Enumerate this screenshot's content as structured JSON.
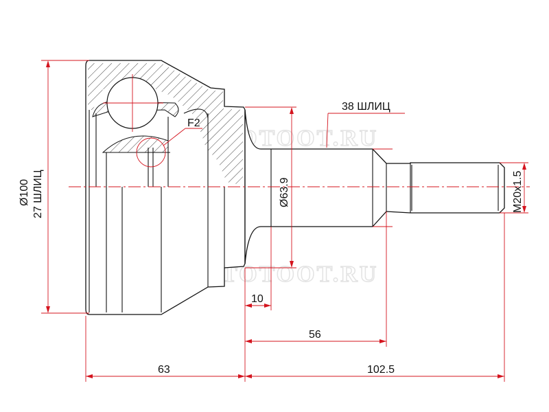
{
  "drawing": {
    "watermark": "AUTOTOOT.RU",
    "labels": {
      "outer_diameter": "Ø100",
      "inner_splines": "27 ШЛИЦ",
      "shaft_diameter": "Ø63.9",
      "outer_splines": "38 ШЛИЦ",
      "thread": "M20x1.5",
      "detail": "F2"
    },
    "dimensions": {
      "flange_offset": "10",
      "spline_length": "56",
      "body_length": "63",
      "shaft_length": "102.5"
    },
    "colors": {
      "dimension": "#d4141e",
      "outline": "#111111"
    }
  }
}
